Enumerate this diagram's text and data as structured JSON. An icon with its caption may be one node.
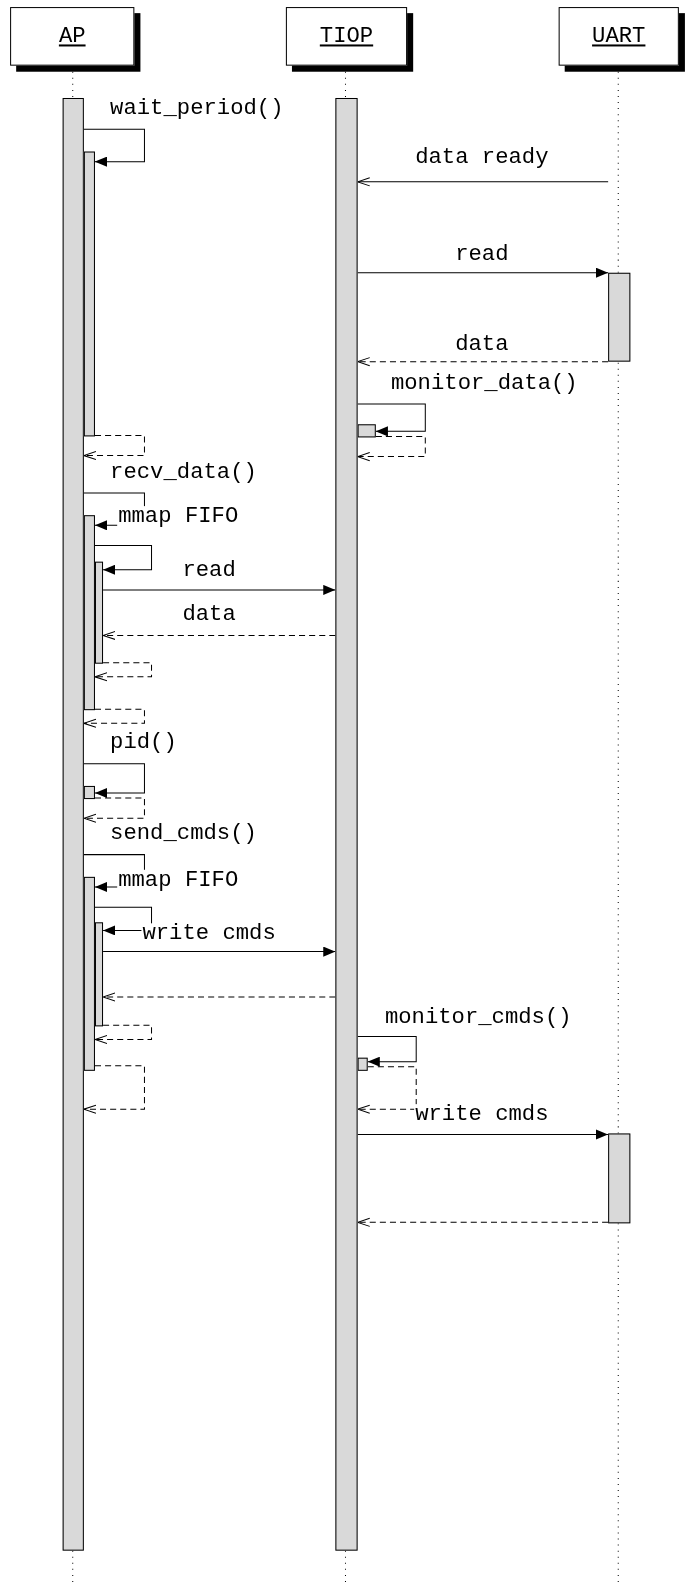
{
  "diagram": {
    "nodes": [
      {
        "text": [
          "AP"
        ]
      },
      {
        "text": [
          "TIOP"
        ]
      },
      {
        "text": [
          "UART"
        ]
      },
      {
        "text": [],
        "shape": "bar"
      },
      {
        "text": [],
        "shape": "bar"
      },
      {
        "text": [],
        "shape": "bar"
      },
      {
        "text": [],
        "shape": "bar"
      },
      {
        "text": [],
        "shape": "bar"
      },
      {
        "text": [],
        "shape": "bar"
      },
      {
        "text": [],
        "shape": "bar"
      },
      {
        "text": [],
        "shape": "bar"
      },
      {
        "text": [],
        "shape": "bar"
      },
      {
        "text": [],
        "shape": "bar"
      },
      {
        "text": [],
        "shape": "bar"
      },
      {
        "text": [],
        "shape": "bar"
      }
    ],
    "edges": [
      {
        "from": 3,
        "to": 5,
        "arrow": "to",
        "label": "wait_period()"
      },
      {
        "from": null,
        "to": 4,
        "arrow": "to",
        "label": "data ready"
      },
      {
        "from": 4,
        "to": 6,
        "arrow": "to",
        "label": "read"
      },
      {
        "from": 6,
        "to": 4,
        "arrow": "to",
        "label": "data",
        "style": "dashed"
      },
      {
        "from": 4,
        "to": 7,
        "arrow": "to",
        "label": "monitor_data()"
      },
      {
        "from": 7,
        "to": 4,
        "arrow": "to",
        "style": "dashed"
      },
      {
        "from": 5,
        "to": 3,
        "arrow": "to",
        "style": "dashed"
      },
      {
        "from": 3,
        "to": 8,
        "arrow": "to",
        "label": "recv_data()"
      },
      {
        "from": 8,
        "to": 9,
        "arrow": "to",
        "label": "mmap FIFO"
      },
      {
        "from": 9,
        "to": 4,
        "arrow": "to",
        "label": "read"
      },
      {
        "from": 4,
        "to": 9,
        "arrow": "to",
        "label": "data",
        "style": "dashed"
      },
      {
        "from": 9,
        "to": 8,
        "arrow": "to",
        "style": "dashed"
      },
      {
        "from": 8,
        "to": 3,
        "arrow": "to",
        "style": "dashed"
      },
      {
        "from": 3,
        "to": 10,
        "arrow": "to",
        "label": "pid()"
      },
      {
        "from": 10,
        "to": 3,
        "arrow": "to",
        "style": "dashed"
      },
      {
        "from": 3,
        "to": 11,
        "arrow": "to",
        "label": "send_cmds()"
      },
      {
        "from": 11,
        "to": 12,
        "arrow": "to",
        "label": "mmap FIFO"
      },
      {
        "from": 12,
        "to": 4,
        "arrow": "to",
        "label": "write cmds"
      },
      {
        "from": 4,
        "to": 12,
        "arrow": "to",
        "style": "dashed"
      },
      {
        "from": 12,
        "to": 11,
        "arrow": "to",
        "style": "dashed"
      },
      {
        "from": 4,
        "to": 13,
        "arrow": "to",
        "label": "monitor_cmds()"
      },
      {
        "from": 11,
        "to": 3,
        "arrow": "to",
        "style": "dashed"
      },
      {
        "from": 13,
        "to": 4,
        "arrow": "to",
        "style": "dashed"
      },
      {
        "from": 4,
        "to": 14,
        "arrow": "to",
        "label": "write cmds"
      },
      {
        "from": 14,
        "to": 4,
        "arrow": "to",
        "style": "dashed"
      }
    ]
  }
}
